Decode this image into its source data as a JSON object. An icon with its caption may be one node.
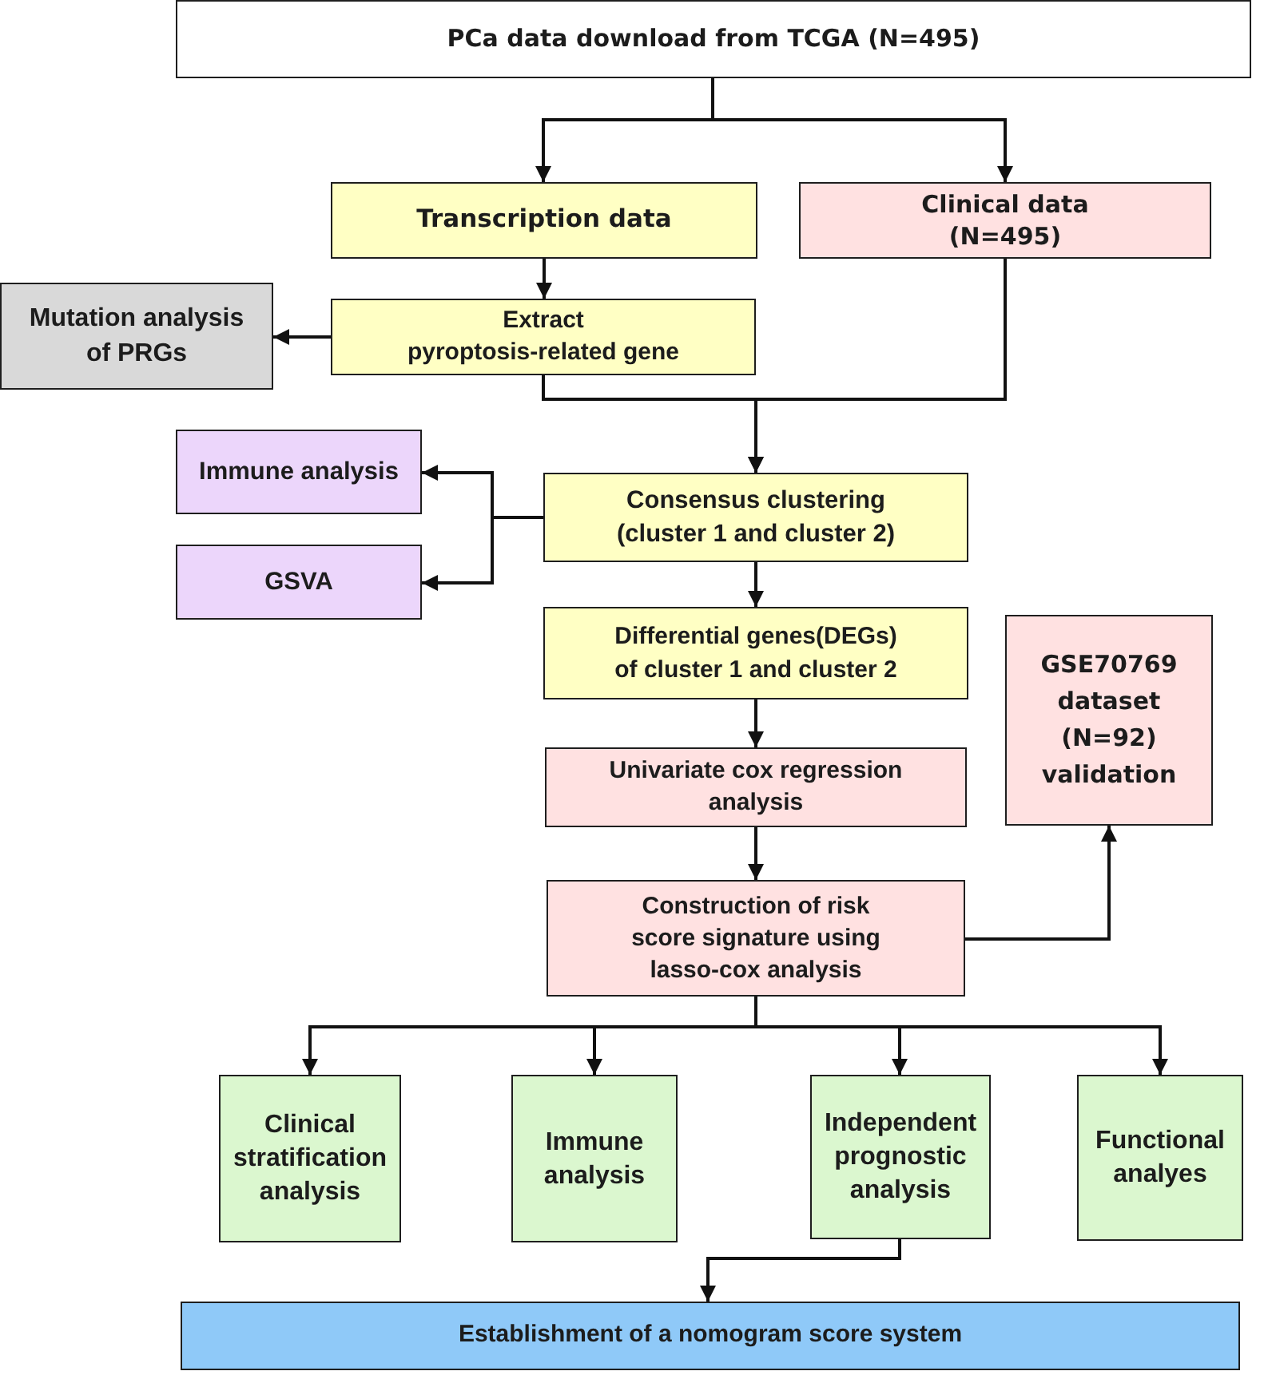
{
  "diagram": {
    "nodes": [
      {
        "text": [
          "PCa data download from TCGA (N=495)"
        ]
      },
      {
        "text": [
          "Transcription data"
        ]
      },
      {
        "text": [
          "Clinical data (N=495)"
        ]
      },
      {
        "text": [
          "Mutation analysis of PRGs"
        ]
      },
      {
        "text": [
          "Extract pyroptosis-related gene"
        ]
      },
      {
        "text": [
          "Immune analysis"
        ]
      },
      {
        "text": [
          "Consensus clustering (cluster 1 and cluster 2)"
        ]
      },
      {
        "text": [
          "GSVA"
        ]
      },
      {
        "text": [
          "Differential genes(DEGs) of cluster 1 and cluster 2"
        ]
      },
      {
        "text": [
          "GSE70769 dataset (N=92) validation"
        ]
      },
      {
        "text": [
          "Univariate cox regression analysis"
        ]
      },
      {
        "text": [
          "Construction of risk score signature using lasso-cox analysis"
        ]
      },
      {
        "text": [
          "Clinical stratification analysis"
        ]
      },
      {
        "text": [
          "Immune analysis"
        ]
      },
      {
        "text": [
          "Independent prognostic analysis"
        ]
      },
      {
        "text": [
          "Functional analyes"
        ]
      },
      {
        "text": [
          "Establishment of a nomogram score system"
        ]
      }
    ],
    "edges": [
      {
        "from": 0,
        "to": 1,
        "arrow": "to"
      },
      {
        "from": 0,
        "to": 2,
        "arrow": "to"
      },
      {
        "from": 1,
        "to": 4,
        "arrow": "to"
      },
      {
        "from": 4,
        "to": 3,
        "arrow": "to"
      },
      {
        "from": 4,
        "to": 6,
        "arrow": "to"
      },
      {
        "from": 2,
        "to": 6,
        "arrow": "to"
      },
      {
        "from": 6,
        "to": 5,
        "arrow": "to"
      },
      {
        "from": 6,
        "to": 7,
        "arrow": "to"
      },
      {
        "from": 6,
        "to": 8,
        "arrow": "to"
      },
      {
        "from": 8,
        "to": 10,
        "arrow": "to"
      },
      {
        "from": 10,
        "to": 11,
        "arrow": "to"
      },
      {
        "from": 11,
        "to": 9,
        "arrow": "to"
      },
      {
        "from": 11,
        "to": 12,
        "arrow": "to"
      },
      {
        "from": 11,
        "to": 13,
        "arrow": "to"
      },
      {
        "from": 11,
        "to": 14,
        "arrow": "to"
      },
      {
        "from": 11,
        "to": 15,
        "arrow": "to"
      },
      {
        "from": 14,
        "to": 16,
        "arrow": "to"
      }
    ]
  }
}
